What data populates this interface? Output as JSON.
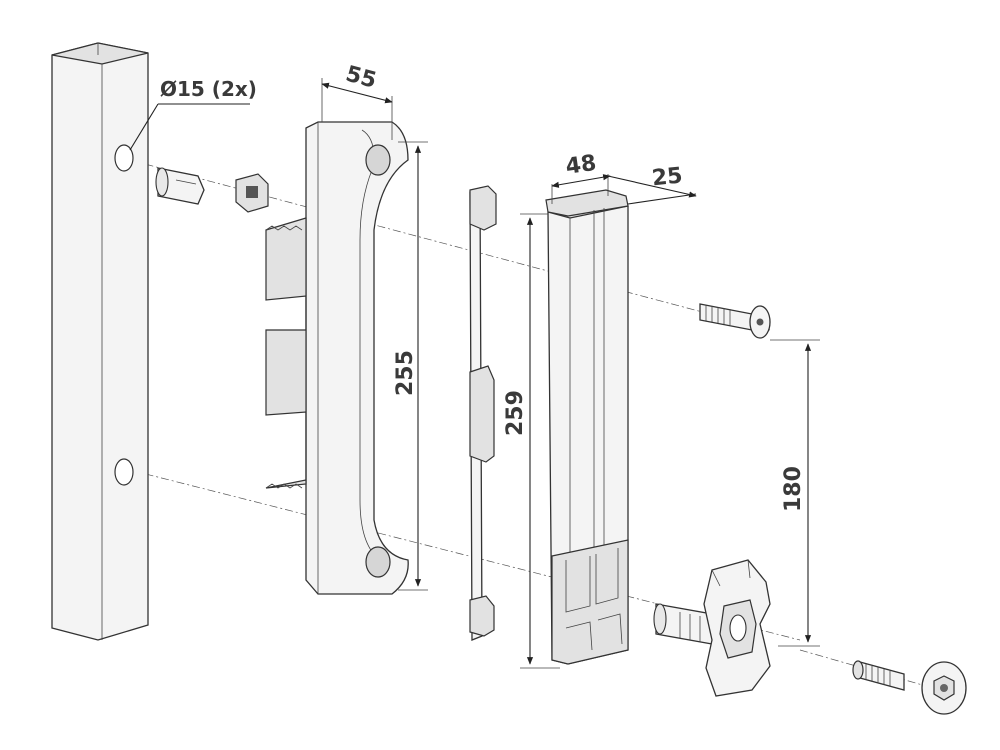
{
  "dimensions": {
    "hole": "Ø15 (2x)",
    "plate_width": "55",
    "plate_height": "255",
    "housing_width": "48",
    "housing_depth": "25",
    "housing_height": "259",
    "screw_spacing": "180"
  }
}
